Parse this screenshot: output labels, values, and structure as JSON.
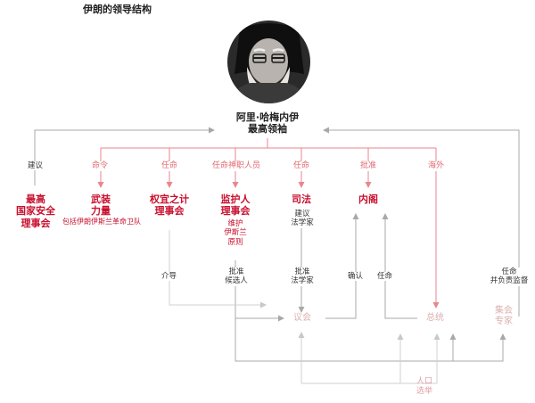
{
  "title": "伊朗的领导结构",
  "leader": {
    "name": "阿里·哈梅内伊",
    "role": "最高领袖"
  },
  "bodies": {
    "nsc": {
      "l1": "最高",
      "l2": "国家安全",
      "l3": "理事会"
    },
    "armed": {
      "l1": "武装",
      "l2": "力量",
      "sub": "包括伊朗伊斯兰革命卫队"
    },
    "expediency": {
      "l1": "权宜之计",
      "l2": "理事会"
    },
    "guardian": {
      "l1": "监护人",
      "l2": "理事会"
    },
    "judiciary": {
      "l1": "司法"
    },
    "cabinet": {
      "l1": "内阁"
    }
  },
  "guardian_note": {
    "l1": "维护",
    "l2": "伊斯兰",
    "l3": "原则"
  },
  "links": {
    "advise": "建议",
    "command": "命令",
    "appoint_expediency": "任命",
    "appoint_clerics": "任命神职人员",
    "appoint_judiciary": "任命",
    "approve_cabinet": "批准",
    "dismiss": "海外",
    "judiciary_advise_l1": "建议",
    "judiciary_advise_l2": "法学家",
    "mediate": "介导",
    "approve_candidates_l1": "批准",
    "approve_candidates_l2": "候选人",
    "approve_jurists_l1": "批准",
    "approve_jurists_l2": "法学家",
    "confirm": "确认",
    "cabinet_appoint": "任命",
    "experts_appoint_l1": "任命",
    "experts_appoint_l2": "并负责监督"
  },
  "elected": {
    "parliament": "议会",
    "president": "总统",
    "assembly_l1": "集会",
    "assembly_l2": "专家",
    "popular_l1": "人口",
    "popular_l2": "选举"
  },
  "colors": {
    "command_line": "#e8868c",
    "gray_line": "#a8a8a8",
    "light_line": "#d0d0d0",
    "body_text": "#c8102e",
    "elected_text": "#dcb0b0"
  }
}
